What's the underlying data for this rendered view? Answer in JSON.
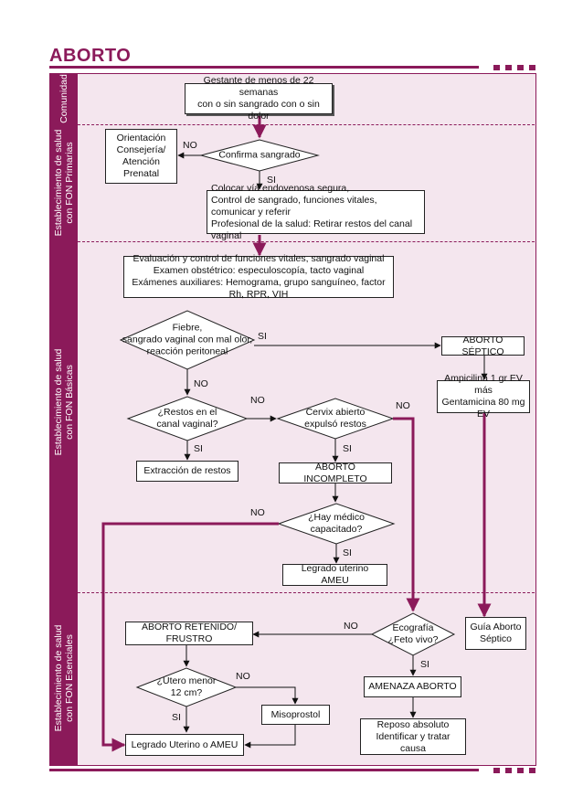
{
  "title": "ABORTO",
  "bands": {
    "comunidad": "Comunidad",
    "primarias": "Establecimiento de salud\ncon FON Primarias",
    "basicas": "Establecimiento de salud\ncon FON Básicas",
    "esenciales": "Establecimiento de salud\ncon FON Esenciales"
  },
  "nodes": {
    "gestante": "Gestante de menos de 22 semanas\ncon o sin sangrado con o sin dolor",
    "orientacion": "Orientación\nConsejería/\nAtención\nPrenatal",
    "confirma": "Confirma sangrado",
    "colocar": "Colocar vía endovenosa segura,\nControl de sangrado, funciones vitales, comunicar y referir\nProfesional de la salud: Retirar restos del canal vaginal",
    "evaluacion": "Evaluación y control de funciones vitales, sangrado vaginal\nExamen obstétrico: especuloscopía, tacto vaginal\nExámenes auxiliares: Hemograma, grupo sanguíneo, factor Rh, RPR, VIH",
    "fiebre": "Fiebre,\nsangrado vaginal con mal olor,\nreacción peritoneal",
    "aborto_septico": "ABORTO SÉPTICO",
    "ampicilina": "Ampicilina 1 gr EV más\nGentamicina 80 mg EV",
    "restos": "¿Restos en el\ncanal vaginal?",
    "cervix": "Cervix abierto\nexpulsó restos",
    "extraccion": "Extracción de restos",
    "aborto_incompleto": "ABORTO INCOMPLETO",
    "medico": "¿Hay médico\ncapacitado?",
    "legrado_ameu": "Legrado uterino AMEU",
    "guia": "Guía Aborto\nSéptico",
    "ecografia": "Ecografía\n¿Feto vivo?",
    "aborto_retenido": "ABORTO RETENIDO/ FRUSTRO",
    "utero": "¿Útero menor\n12 cm?",
    "misoprostol": "Misoprostol",
    "legrado_final": "Legrado Uterino o AMEU",
    "amenaza": "AMENAZA ABORTO",
    "reposo": "Reposo absoluto\nIdentificar y tratar causa"
  },
  "labels": {
    "no": "NO",
    "si": "SI"
  },
  "colors": {
    "accent": "#8b1a5a",
    "background": "#f4e6ee"
  }
}
